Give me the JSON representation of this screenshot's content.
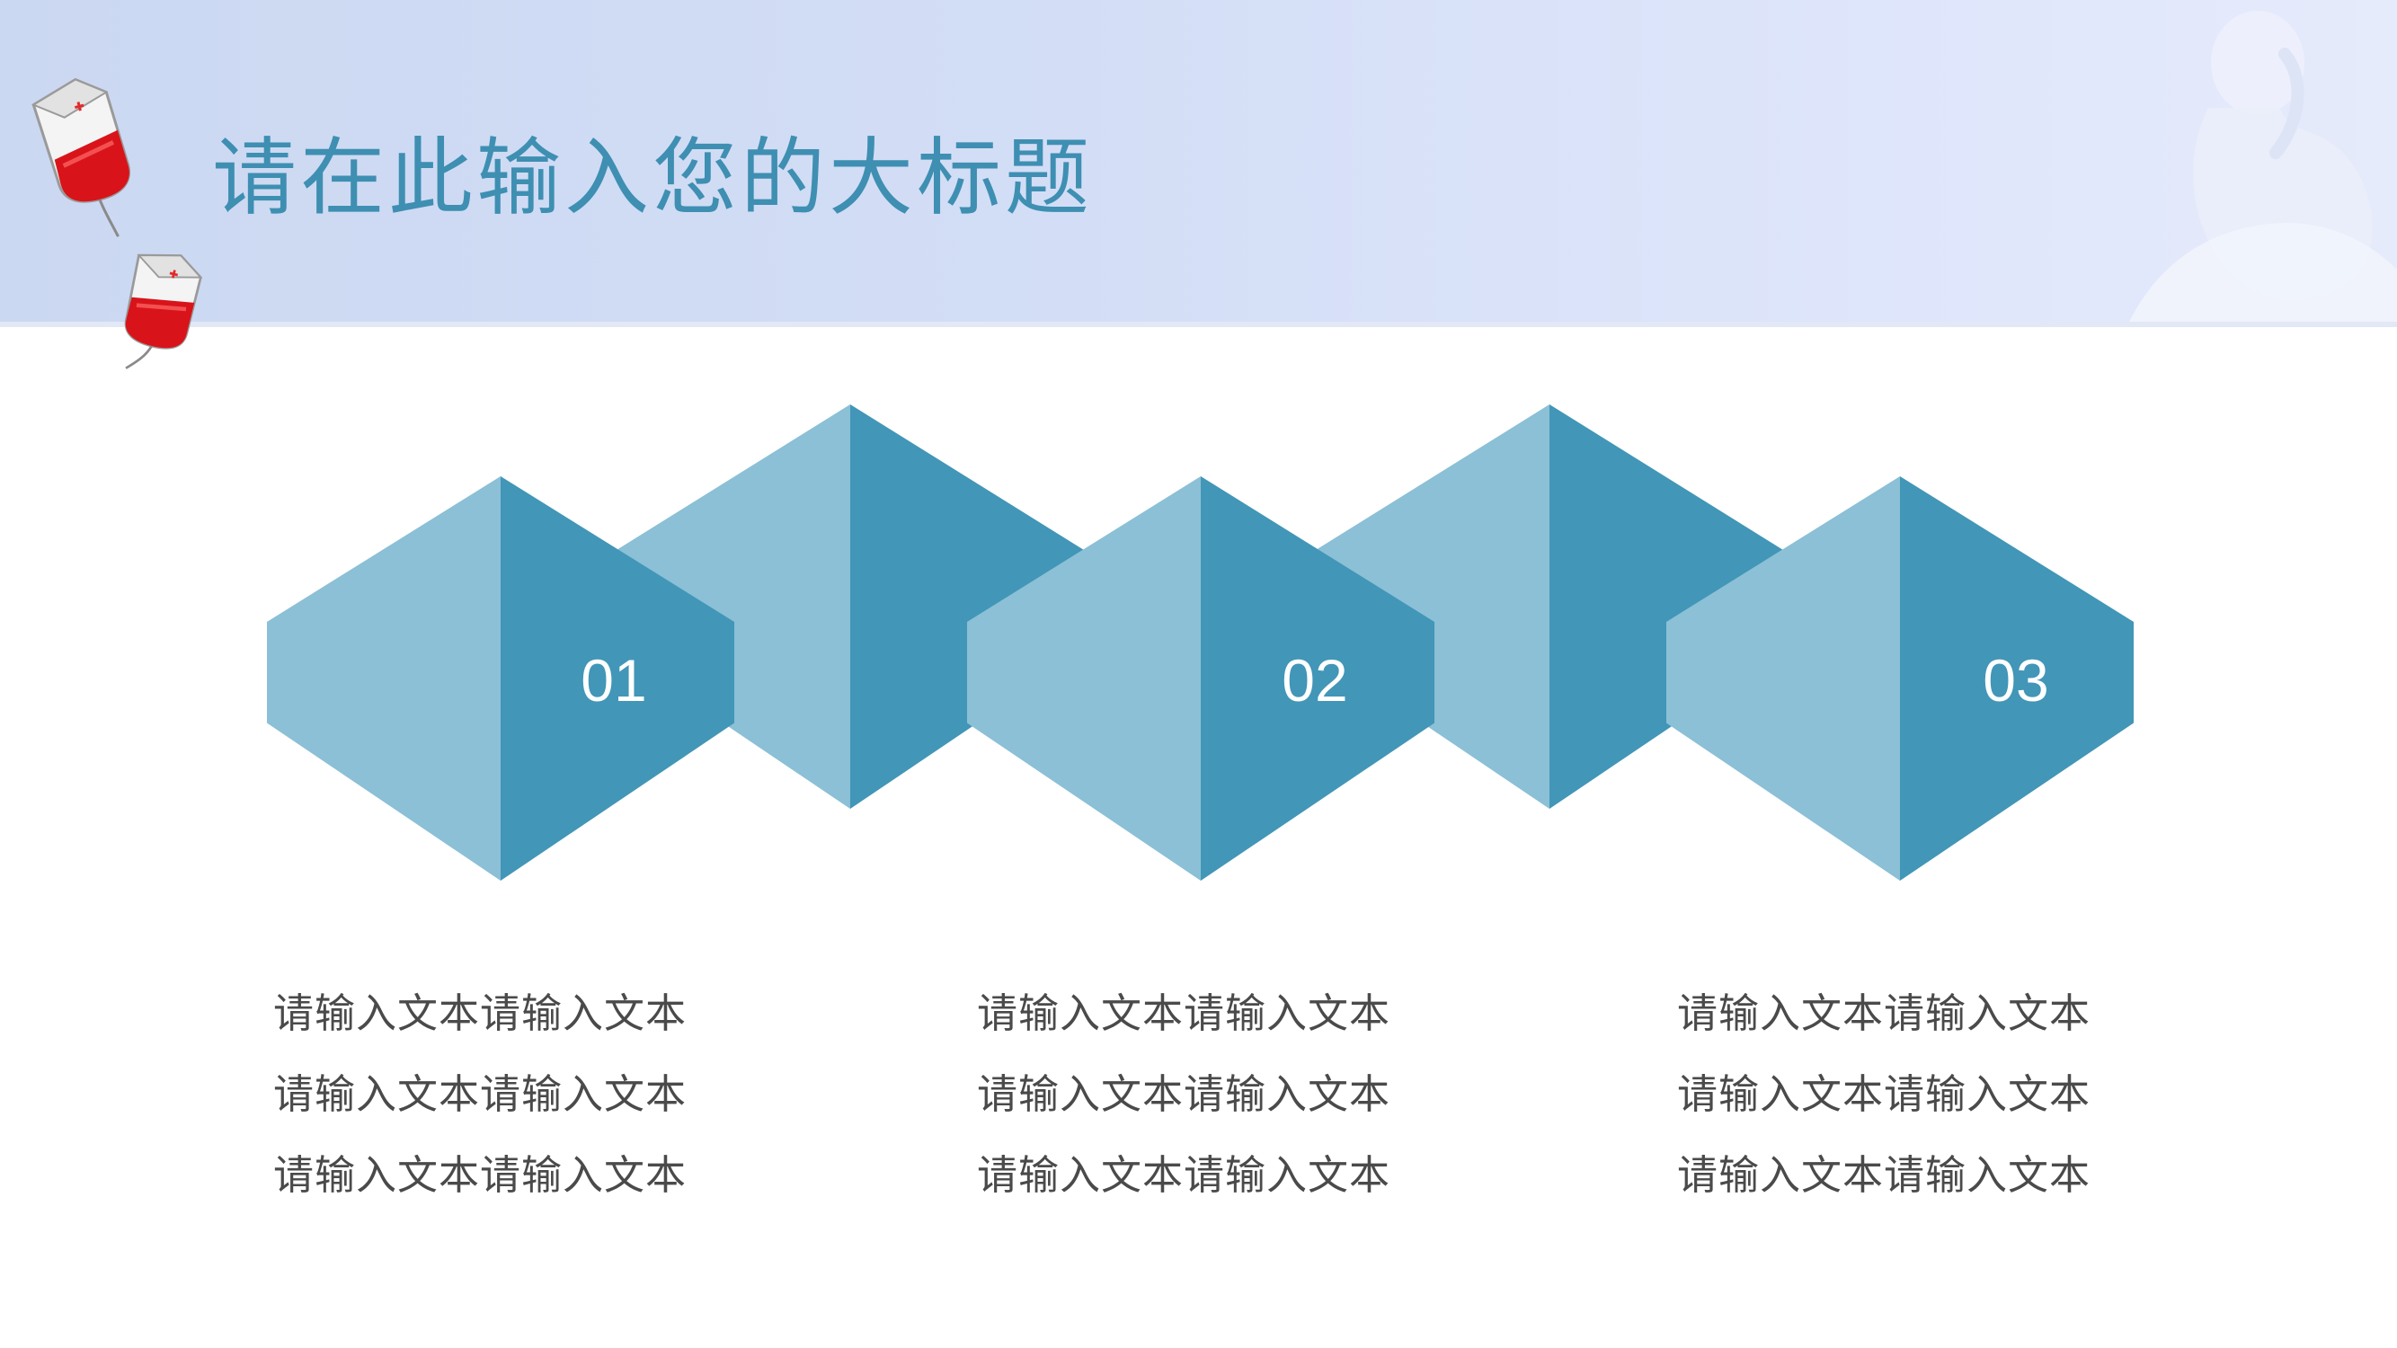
{
  "slide": {
    "title": "请在此输入您的大标题"
  },
  "colors": {
    "title": "#3e8fb2",
    "hex_light": "#8bc0d6",
    "hex_dark": "#4296b7",
    "body_text": "#4a4a4a"
  },
  "icons": [
    "blood-bag-icon",
    "fetus-watermark"
  ],
  "steps": [
    {
      "number": "01",
      "lines": [
        "请输入文本请输入文本",
        "请输入文本请输入文本",
        "请输入文本请输入文本"
      ]
    },
    {
      "number": "02",
      "lines": [
        "请输入文本请输入文本",
        "请输入文本请输入文本",
        "请输入文本请输入文本"
      ]
    },
    {
      "number": "03",
      "lines": [
        "请输入文本请输入文本",
        "请输入文本请输入文本",
        "请输入文本请输入文本"
      ]
    }
  ]
}
